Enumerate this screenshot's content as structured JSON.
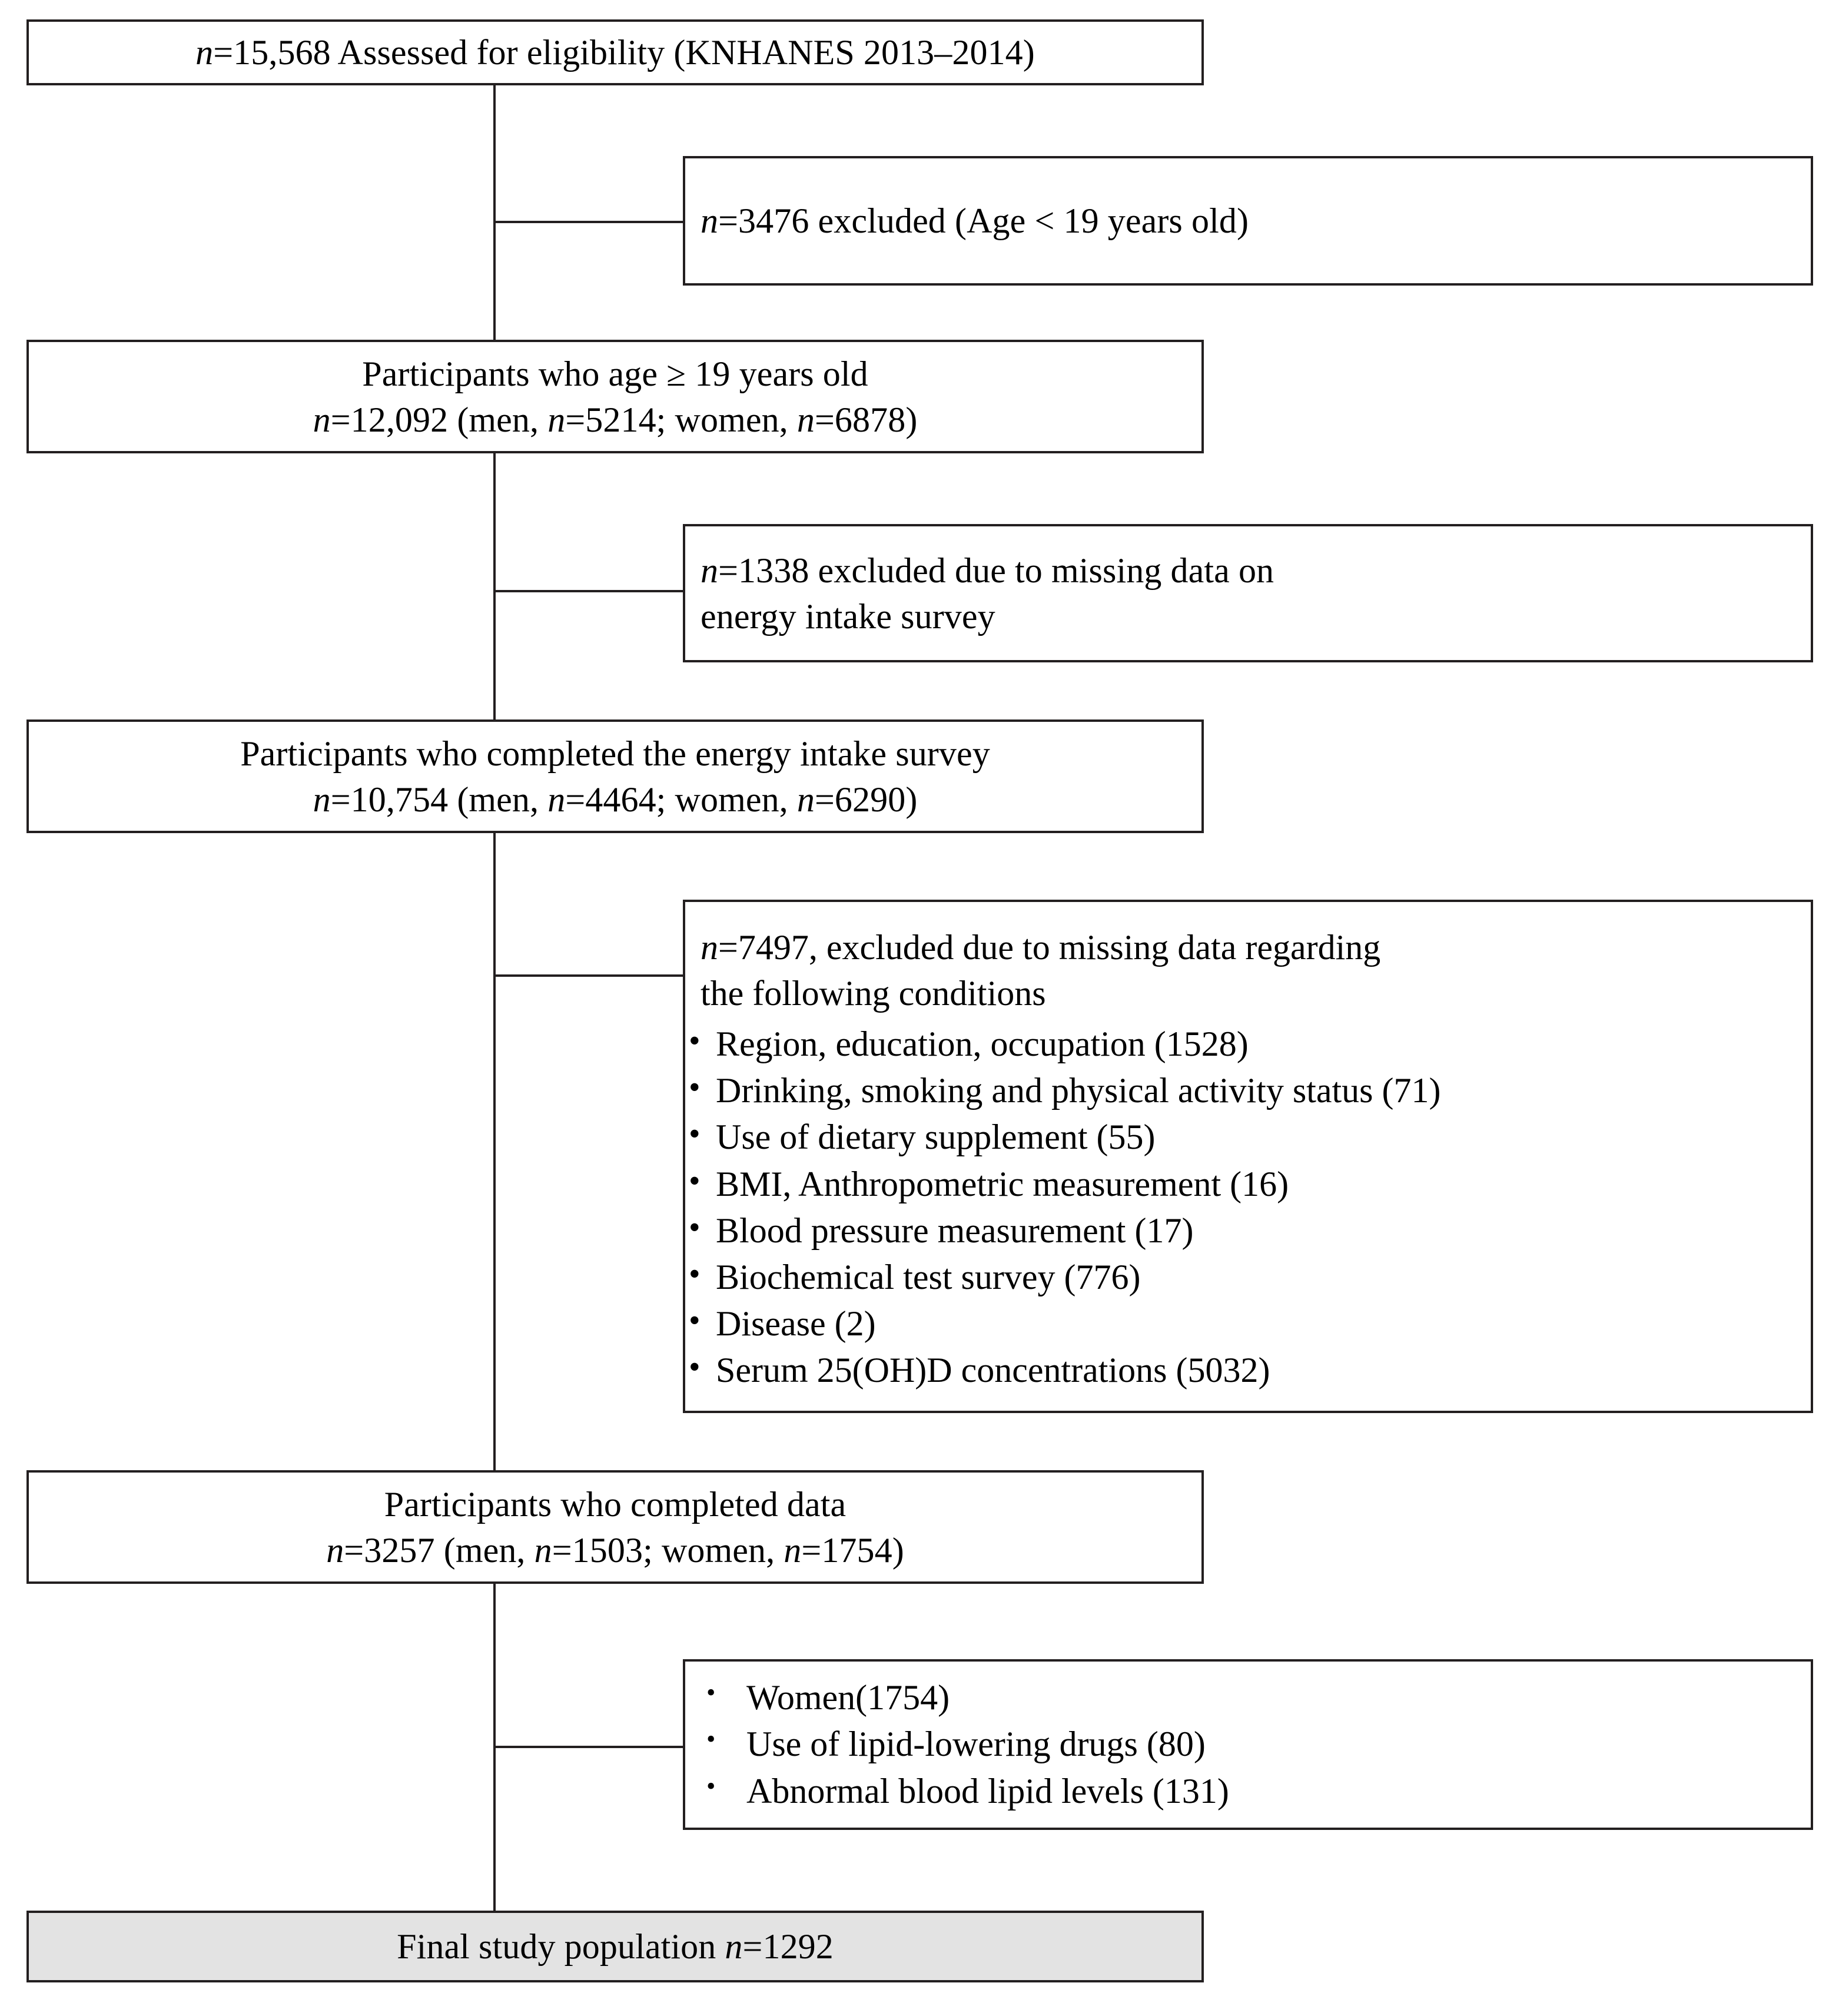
{
  "figure": {
    "type": "participant-flow-diagram",
    "title": "Study participant selection flowchart",
    "accent_color": "#231f20",
    "shaded_box_fill": "#e3e3e3"
  },
  "nodes": {
    "assessed": {
      "id": "assessed-for-eligibility",
      "lines": [
        {
          "prefix_italic": "n",
          "text": "=15,568 Assessed for eligibility  (KNHANES 2013–2014)"
        }
      ],
      "full_text": "n=15,568 Assessed for eligibility  (KNHANES 2013–2014)",
      "n": 15568,
      "source": "KNHANES 2013–2014"
    },
    "excluded_age": {
      "id": "excluded-age-under-19",
      "full_text": "n=3476 excluded (Age < 19 years old)",
      "prefix_italic": "n",
      "rest": "=3476 excluded (Age < 19 years old)",
      "n": 3476
    },
    "age19": {
      "id": "participants-age-19-or-older",
      "line1": "Participants who age ≥ 19 years old",
      "line2_italic": "n",
      "line2_a": "=12,092 (men, ",
      "line2_italic2": "n",
      "line2_b": "=5214; women, ",
      "line2_italic3": "n",
      "line2_c": "=6878)",
      "full_text": "Participants who age ≥ 19 years old n=12,092 (men, n=5214; women, n=6878)",
      "n": 12092,
      "men": 5214,
      "women": 6878
    },
    "excluded_energy": {
      "id": "excluded-missing-energy-intake",
      "line1_italic": "n",
      "line1": "=1338 excluded due to missing data on",
      "line2": "energy intake survey",
      "full_text": "n=1338 excluded due to missing data on energy intake survey",
      "n": 1338
    },
    "energy_done": {
      "id": "participants-completed-energy-intake-survey",
      "line1": "Participants who completed the energy intake survey",
      "line2_italic": "n",
      "line2_a": "=10,754 (men, ",
      "line2_italic2": "n",
      "line2_b": "=4464; women, ",
      "line2_italic3": "n",
      "line2_c": "=6290)",
      "full_text": "Participants who completed the energy intake survey n=10,754 (men, n=4464; women, n=6290)",
      "n": 10754,
      "men": 4464,
      "women": 6290
    },
    "excluded_conditions": {
      "id": "excluded-missing-conditions",
      "head_italic": "n",
      "head_line1": "=7497, excluded due to missing data regarding",
      "head_line2": "the following conditions",
      "n": 7497,
      "items": [
        {
          "label": "Region, education, occupation (1528)",
          "count": 1528
        },
        {
          "label": "Drinking, smoking and physical activity status (71)",
          "count": 71
        },
        {
          "label": "Use of dietary supplement (55)",
          "count": 55
        },
        {
          "label": "BMI, Anthropometric measurement (16)",
          "count": 16
        },
        {
          "label": "Blood pressure measurement (17)",
          "count": 17
        },
        {
          "label": "Biochemical test survey (776)",
          "count": 776
        },
        {
          "label": "Disease (2)",
          "count": 2
        },
        {
          "label": "Serum 25(OH)D concentrations (5032)",
          "count": 5032
        }
      ]
    },
    "completed_data": {
      "id": "participants-completed-data",
      "line1": "Participants who completed data",
      "line2_italic": "n",
      "line2_a": "=3257 (men, ",
      "line2_italic2": "n",
      "line2_b": "=1503; women, ",
      "line2_italic3": "n",
      "line2_c": "=1754)",
      "full_text": "Participants who completed data n=3257 (men, n=1503; women, n=1754)",
      "n": 3257,
      "men": 1503,
      "women": 1754
    },
    "excluded_final": {
      "id": "excluded-final-criteria",
      "items": [
        {
          "label": "Women(1754)",
          "count": 1754
        },
        {
          "label": "Use of lipid-lowering drugs (80)",
          "count": 80
        },
        {
          "label": "Abnormal blood lipid levels (131)",
          "count": 131
        }
      ]
    },
    "final": {
      "id": "final-study-population",
      "text_a": "Final study population ",
      "text_italic": "n",
      "text_b": "=1292",
      "full_text": "Final study population n=1292",
      "n": 1292
    }
  }
}
